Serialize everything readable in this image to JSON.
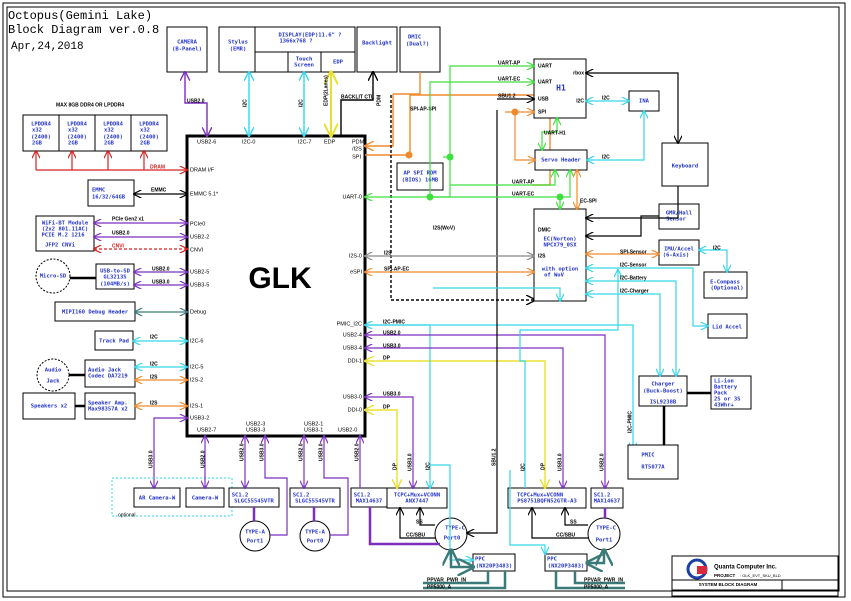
{
  "title": {
    "line1": "Octopus(Gemini Lake)",
    "line2": "Block Diagram ver.0.8",
    "date": "Apr,24,2018"
  },
  "colors": {
    "usb": "#7b2fbf",
    "i2c": "#35d6e8",
    "i2s": "#f08a2c",
    "uart": "#3ee03e",
    "dram": "#d62020",
    "dp": "#f2ee3a",
    "sbu": "#000000",
    "power": "#3a7a78",
    "block_text": "#2233cc",
    "i2s_gray": "#888888"
  },
  "soc": {
    "name": "GLK",
    "top_ports": [
      "USB2-6",
      "I2C-0",
      "I2C-7",
      "EDP",
      "PDM\n/I2S"
    ],
    "left_ports": [
      "DRAM I/F",
      "EMMC 5.1*",
      "PCIe0",
      "USB2-2",
      "CNVI",
      "USB2-5",
      "USB3-5",
      "Debug",
      "I2C-6",
      "I2C-5",
      "I2S-2",
      "I2S-1",
      "USB3-2"
    ],
    "right_ports": [
      "SPI",
      "UART-0",
      "I2S-0",
      "eSPI",
      "PMIC_I2C",
      "USB2-4",
      "USB3-4",
      "DDI-1",
      "USB3-0",
      "DDI-0"
    ],
    "bottom_ports": [
      "USB2-7",
      "USB2-3",
      "USB3-3",
      "USB2-1",
      "USB3-1",
      "USB2-0"
    ]
  },
  "memory": {
    "note": "MAX 8GB DDR4 OR LPDDR4",
    "chips": [
      {
        "l1": "LPDDR4",
        "l2": "x32",
        "l3": "(2400)",
        "l4": "2GB"
      },
      {
        "l1": "LPDDR4",
        "l2": "x32",
        "l3": "(2400)",
        "l4": "2GB"
      },
      {
        "l1": "LPDDR4",
        "l2": "x32",
        "l3": "(2400)",
        "l4": "2GB"
      },
      {
        "l1": "LPDDR4",
        "l2": "x32",
        "l3": "(2400)",
        "l4": "2GB"
      }
    ],
    "bus_label": "DRAM"
  },
  "blocks": {
    "camera": {
      "l1": "CAMERA",
      "l2": "(B-Panel)"
    },
    "stylus": {
      "l1": "Stylus",
      "l2": "(EMR)"
    },
    "display": {
      "l1": "DISPLAY(EDP)11.6\" ?",
      "l2": "1366x768 ?"
    },
    "touch": {
      "l1": "Touch",
      "l2": "Screen"
    },
    "edp": {
      "l1": "EDP"
    },
    "backlight": {
      "l1": "Backlight"
    },
    "dmic": {
      "l1": "DMIC",
      "l2": "(Dual?)"
    },
    "emmc": {
      "l1": "EMMC",
      "l2": "16/32/64GB"
    },
    "wifi": {
      "l1": "WiFi-BT Module",
      "l2": "(2x2 801.11AC)",
      "l3": "PCIE M.2 1216",
      "l4": "JFP2 CNVi"
    },
    "microsd": {
      "l1": "Micro-SD"
    },
    "usbsd": {
      "l1": "USB-to-SD",
      "l2": "GL3213S",
      "l3": "(104MB/s)"
    },
    "debug": {
      "l1": "MIPI160 Debug Header"
    },
    "trackpad": {
      "l1": "Track Pad"
    },
    "audiojack": {
      "l1": "Audio",
      "l2": "Jack"
    },
    "codec": {
      "l1": "Audio Jack",
      "l2": "Codec DA7219"
    },
    "speakers": {
      "l1": "Speakers x2"
    },
    "amp": {
      "l1": "Speaker Amp.",
      "l2": "Max98357A x2"
    },
    "arcam": {
      "l1": "AR Camera-W"
    },
    "camw": {
      "l1": "Camera-W"
    },
    "optional": "optional",
    "sc1": {
      "l1": "SC1.2",
      "l2": "SLGC55545VTR"
    },
    "sc0": {
      "l1": "SC1.2",
      "l2": "SLGC55545VTR"
    },
    "sc_max0": {
      "l1": "SC1.2",
      "l2": "MAX14637"
    },
    "sc_max1": {
      "l1": "SC1.2",
      "l2": "MAX14637"
    },
    "typea1": {
      "l1": "TYPE-A",
      "l2": "Port1"
    },
    "typea0": {
      "l1": "TYPE-A",
      "l2": "Port0"
    },
    "tcpc0": {
      "l1": "TCPC+Mux+VCONN",
      "l2": "ANX7447"
    },
    "tcpc1": {
      "l1": "TCPC+Mux+VCONN",
      "l2": "PS8751BQFN52GTR-A3"
    },
    "typec0": {
      "l1": "TYPE-C",
      "l2": "Port0"
    },
    "typec1": {
      "l1": "TYPE-C",
      "l2": "Port1"
    },
    "ppc0": {
      "l1": "PPC",
      "l2": "(NX20P3483)"
    },
    "ppc1": {
      "l1": "PPC",
      "l2": "(NX20P3483)"
    },
    "spirom": {
      "l1": "AP SPI ROM",
      "l2": "(BIOS) 16MB"
    },
    "h1": {
      "name": "H1",
      "p1": "UART",
      "p2": "UART",
      "p3": "USB",
      "p4": "SPI",
      "p5": "rbox",
      "p6": "I2C"
    },
    "ina": {
      "l1": "INA"
    },
    "servo": {
      "l1": "Servo Header"
    },
    "keyboard": {
      "l1": "Keyboard"
    },
    "ec": {
      "p1": "DMIC",
      "l1": "EC(Norton)",
      "l2": "NPCX79_0SX",
      "p2": "I2S",
      "l3": "with option",
      "l4": "of WoV"
    },
    "gmr": {
      "l1": "GMR/Hall",
      "l2": "Sensor"
    },
    "imu": {
      "l1": "IMU/Accel",
      "l2": "(6-Axis)"
    },
    "ecompass": {
      "l1": "E-Compass",
      "l2": "(Optional)"
    },
    "lidaccel": {
      "l1": "Lid Accel"
    },
    "charger": {
      "l1": "Charger",
      "l2": "(Buck-Boost)",
      "l3": "ISL9238B"
    },
    "battery": {
      "l1": "Li-ion",
      "l2": "Battery",
      "l3": "Pack",
      "l4": "2S or 3S",
      "l5": "43Whr+"
    },
    "pmic": {
      "l1": "PMIC",
      "l2": "RT5077A"
    }
  },
  "signals": {
    "usb20": "USB2.0",
    "usb30": "USB3.0",
    "i2c": "I2C",
    "i2s": "I2S",
    "edp_lanes": "EDP(2Lanes)",
    "backlit": "BACKLIT CTL",
    "pdm": "PDM",
    "spi_ap": "SPI-AP-SPI",
    "emmc": "EMMC",
    "pcie": "PCIe Gen2 x1",
    "cnvi": "CNVI",
    "uart_ap": "UART-AP",
    "uart_ec": "UART-EC",
    "sbu12": "SBU1.2",
    "uart_h1": "UART-H1",
    "ec_spi": "EC-SPI",
    "i2s_wov": "I2S(WoV)",
    "spi_ap_ec": "SPI-AP-EC",
    "spi_sensor": "SPI-Sensor",
    "i2c_sensor": "I2C-Sensor",
    "i2c_battery": "I2C-Battery",
    "i2c_charger": "I2C-Charger",
    "i2c_pmic": "I2C-PMIC",
    "dp": "DP",
    "ss": "SS",
    "ccsbu": "CC/SBU",
    "ppvar": "PPVAR_PWR_IN",
    "pp5000": "PP5000_A"
  },
  "titleblock": {
    "company": "Quanta Computer Inc.",
    "project_label": "PROJECT",
    "project": ": GLK_EVT_SKU_BLD",
    "sheet": "SYSTEM BLOCK DIAGRAM"
  }
}
